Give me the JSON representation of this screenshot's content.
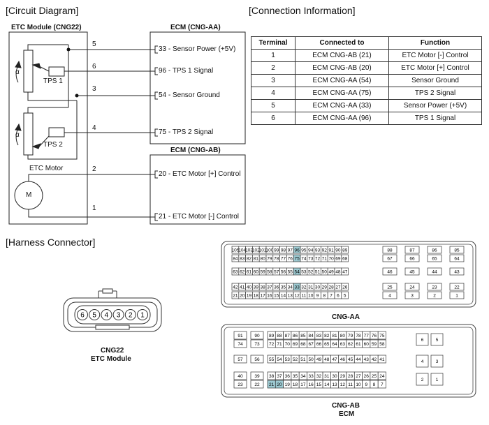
{
  "circuit": {
    "title": "[Circuit Diagram]",
    "module_label": "ETC Module (CNG22)",
    "ecm_aa_label": "ECM (CNG-AA)",
    "ecm_ab_label": "ECM (CNG-AB)",
    "tps1": "TPS 1",
    "tps2": "TPS 2",
    "alpha": "α",
    "motor_label": "ETC Motor",
    "motor_symbol": "M",
    "wires": [
      "5",
      "6",
      "3",
      "4",
      "2",
      "1"
    ],
    "ecm_aa_pins": [
      "33 - Sensor Power (+5V)",
      "96 - TPS 1 Signal",
      "54 - Sensor Ground",
      "75 - TPS 2 Signal"
    ],
    "ecm_ab_pins": [
      "20 - ETC Motor [+] Control",
      "21 - ETC Motor [-] Control"
    ]
  },
  "connection": {
    "title": "[Connection Information]",
    "headers": [
      "Terminal",
      "Connected to",
      "Function"
    ],
    "rows": [
      [
        "1",
        "ECM CNG-AB (21)",
        "ETC Motor [-] Control"
      ],
      [
        "2",
        "ECM CNG-AB (20)",
        "ETC Motor [+] Control"
      ],
      [
        "3",
        "ECM CNG-AA (54)",
        "Sensor Ground"
      ],
      [
        "4",
        "ECM CNG-AA (75)",
        "TPS 2 Signal"
      ],
      [
        "5",
        "ECM CNG-AA (33)",
        "Sensor Power (+5V)"
      ],
      [
        "6",
        "ECM CNG-AA (96)",
        "TPS 1 Signal"
      ]
    ]
  },
  "harness": {
    "title": "[Harness Connector]",
    "cng22_pins": [
      "6",
      "5",
      "4",
      "3",
      "2",
      "1"
    ],
    "cng22_line1": "CNG22",
    "cng22_line2": "ETC Module",
    "aa_label": "CNG-AA",
    "ab_label1": "CNG-AB",
    "ab_label2": "ECM",
    "highlight_color": "#9ecbd3",
    "aa": {
      "highlight": [
        "96",
        "75",
        "54",
        "33"
      ],
      "main_rows": [
        [
          "105",
          "104",
          "103",
          "102",
          "101",
          "100",
          "99",
          "98",
          "97",
          "96",
          "95",
          "94",
          "93",
          "92",
          "91",
          "90",
          "89"
        ],
        [
          "84",
          "83",
          "82",
          "81",
          "80",
          "79",
          "78",
          "77",
          "76",
          "75",
          "74",
          "73",
          "72",
          "71",
          "70",
          "69",
          "68"
        ],
        [
          "63",
          "62",
          "61",
          "60",
          "59",
          "58",
          "57",
          "56",
          "55",
          "54",
          "53",
          "52",
          "51",
          "50",
          "49",
          "48",
          "47"
        ],
        [
          "42",
          "41",
          "40",
          "39",
          "38",
          "37",
          "36",
          "35",
          "34",
          "33",
          "32",
          "31",
          "30",
          "29",
          "28",
          "27",
          "26"
        ],
        [
          "21",
          "20",
          "19",
          "18",
          "17",
          "16",
          "15",
          "14",
          "13",
          "12",
          "11",
          "10",
          "9",
          "8",
          "7",
          "6",
          "5"
        ]
      ],
      "side_rows": [
        [
          "88",
          "87",
          "86",
          "85"
        ],
        [
          "67",
          "66",
          "65",
          "64"
        ],
        [
          "46",
          "45",
          "44",
          "43"
        ],
        [
          "25",
          "24",
          "23",
          "22"
        ],
        [
          "4",
          "3",
          "2",
          "1"
        ]
      ]
    },
    "ab": {
      "highlight": [
        "21",
        "20"
      ],
      "left_rows": [
        [
          "91",
          "90"
        ],
        [
          "74",
          "73"
        ],
        [
          "57",
          "56"
        ],
        [
          "40",
          "39"
        ],
        [
          "23",
          "22"
        ]
      ],
      "main_rows": [
        [
          "89",
          "88",
          "87",
          "86",
          "85",
          "84",
          "83",
          "82",
          "81",
          "80",
          "79",
          "78",
          "77",
          "76",
          "75"
        ],
        [
          "72",
          "71",
          "70",
          "69",
          "68",
          "67",
          "66",
          "65",
          "64",
          "63",
          "62",
          "61",
          "60",
          "59",
          "58"
        ],
        [
          "55",
          "54",
          "53",
          "52",
          "51",
          "50",
          "49",
          "48",
          "47",
          "46",
          "45",
          "44",
          "43",
          "42",
          "41"
        ],
        [
          "38",
          "37",
          "36",
          "35",
          "34",
          "33",
          "32",
          "31",
          "30",
          "29",
          "28",
          "27",
          "26",
          "25",
          "24"
        ],
        [
          "21",
          "20",
          "19",
          "18",
          "17",
          "16",
          "15",
          "14",
          "13",
          "12",
          "11",
          "10",
          "9",
          "8",
          "7"
        ]
      ],
      "right_rows": [
        [
          "6",
          "5"
        ],
        [
          "4",
          "3"
        ],
        [
          "2",
          "1"
        ]
      ]
    }
  }
}
